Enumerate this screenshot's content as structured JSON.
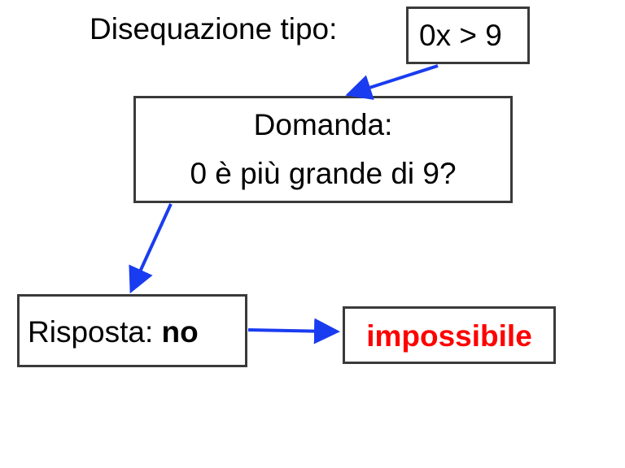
{
  "header": {
    "label": "Disequazione tipo:",
    "inequality": "0x > 9"
  },
  "question": {
    "title": "Domanda:",
    "text": "0 è più grande di 9?"
  },
  "answer": {
    "label": "Risposta:",
    "value": "no"
  },
  "result": {
    "text": "impossibile"
  },
  "colors": {
    "arrow": "#1a3cf0",
    "result": "#ff0000",
    "border": "#3a3a3a"
  }
}
